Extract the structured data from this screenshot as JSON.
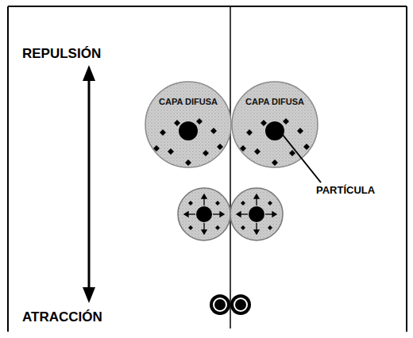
{
  "diagram": {
    "nodes": [
      {
        "text": [
          "CAPA DIFUSA"
        ]
      },
      {
        "text": [
          "CAPA DIFUSA"
        ]
      }
    ],
    "labels": [
      "REPULSIÓN",
      "PARTÍCULA",
      "ATRACCIÓN"
    ]
  }
}
